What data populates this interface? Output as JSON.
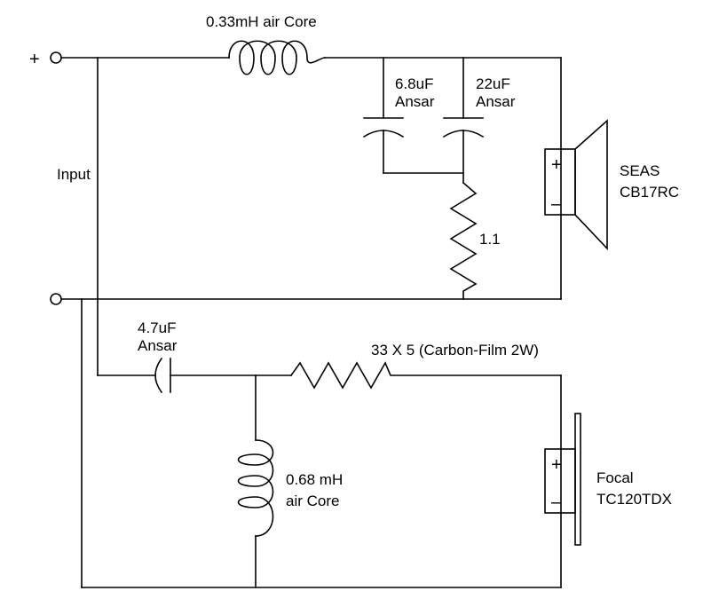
{
  "inductor_main": "0.33mH air Core",
  "cap1_value": "6.8uF",
  "cap1_brand": "Ansar",
  "cap2_value": "22uF",
  "cap2_brand": "Ansar",
  "resistor_woofer": "1.1",
  "input_label": "Input",
  "plus_terminal": "+",
  "woofer_brand": "SEAS",
  "woofer_model": "CB17RC",
  "woofer_plus": "+",
  "woofer_minus": "–",
  "cap3_value": "4.7uF",
  "cap3_brand": "Ansar",
  "resistor_tweeter": "33 X 5 (Carbon-Film 2W)",
  "inductor_tweeter_value": "0.68 mH",
  "inductor_tweeter_type": "air Core",
  "tweeter_brand": "Focal",
  "tweeter_model": "TC120TDX",
  "tweeter_plus": "+",
  "tweeter_minus": "–"
}
